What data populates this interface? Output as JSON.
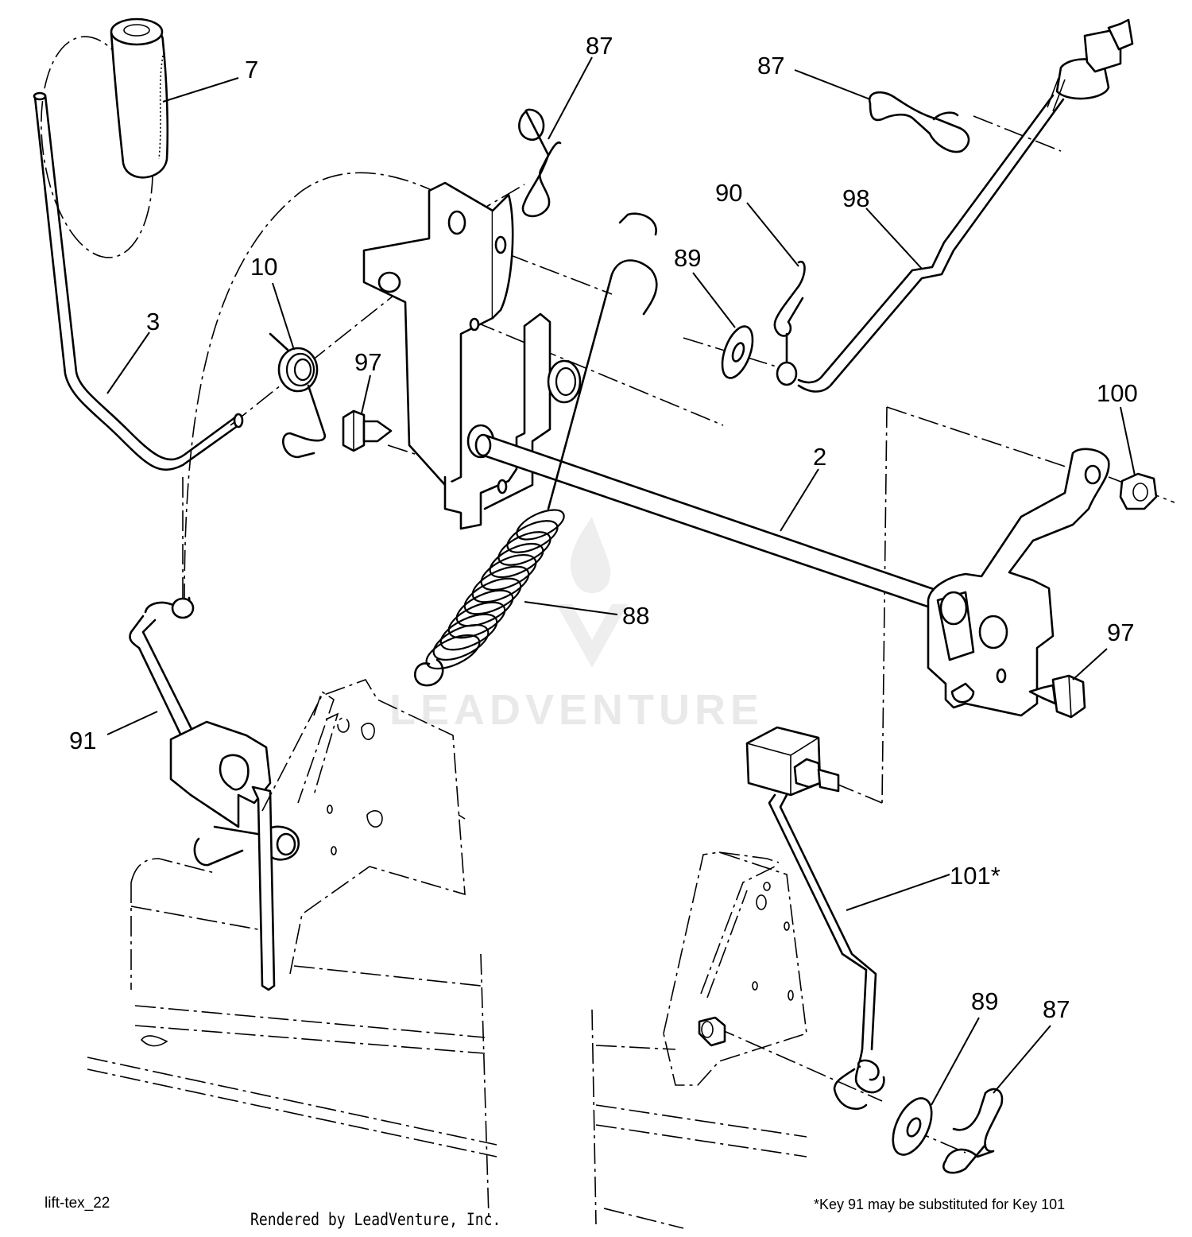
{
  "callouts": {
    "c7": "7",
    "c87_top": "87",
    "c87_right": "87",
    "c90": "90",
    "c98": "98",
    "c89_top": "89",
    "c10": "10",
    "c3": "3",
    "c97_left": "97",
    "c100": "100",
    "c2": "2",
    "c88": "88",
    "c97_right": "97",
    "c91": "91",
    "c101": "101*",
    "c89_bottom": "89",
    "c87_bottom": "87"
  },
  "captions": {
    "figure_code": "lift-tex_22",
    "footnote": "*Key 91 may be substituted for Key 101",
    "render_credit": "Rendered by LeadVenture, Inc."
  },
  "watermark": {
    "text": "LEADVENTURE"
  },
  "colors": {
    "ink": "#000000",
    "paper": "#ffffff",
    "watermark": "#d8d8d8"
  }
}
